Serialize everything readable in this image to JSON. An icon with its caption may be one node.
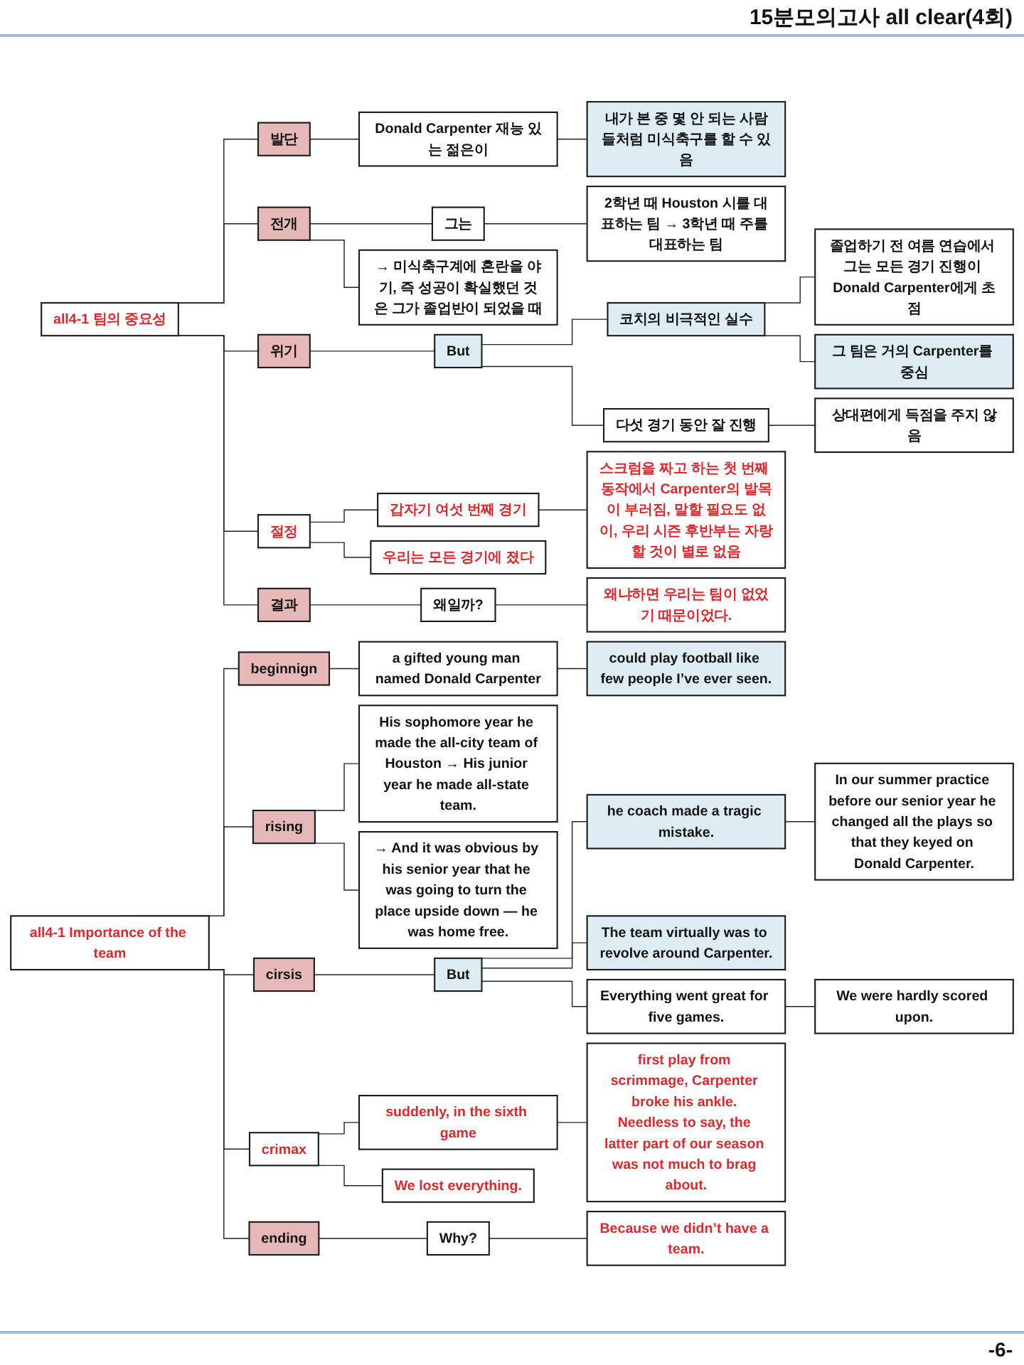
{
  "diagram": {
    "title": "15분모의고사 all clear(4회)",
    "nodes": [
      {
        "text": [
          "all4-1 팀의 중요성"
        ]
      },
      {
        "text": [
          "발단"
        ]
      },
      {
        "text": [
          "Donald Carpenter 재능 있는 젊은이"
        ]
      },
      {
        "text": [
          "내가 본 중 몇 안 되는 사람들처럼 미식축구를 할 수 있음"
        ]
      },
      {
        "text": [
          "전개"
        ]
      },
      {
        "text": [
          "그는"
        ]
      },
      {
        "text": [
          "2학년 때 Houston 시를 대표하는 팀 → 3학년 때 주를 대표하는 팀"
        ]
      },
      {
        "text": [
          "→ 미식축구계에 혼란을 야기, 즉 성공이 확실했던 것은 그가 졸업반이 되었을 때"
        ]
      },
      {
        "text": [
          "위기"
        ]
      },
      {
        "text": [
          "But"
        ]
      },
      {
        "text": [
          "코치의 비극적인 실수"
        ]
      },
      {
        "text": [
          "졸업하기 전 여름 연습에서 그는 모든 경기 진행이 Donald Carpenter에게 초점"
        ]
      },
      {
        "text": [
          "그 팀은 거의 Carpenter를 중심"
        ]
      },
      {
        "text": [
          "다섯 경기 동안 잘 진행"
        ]
      },
      {
        "text": [
          "상대편에게 득점을 주지 않음"
        ]
      },
      {
        "text": [
          "절정"
        ]
      },
      {
        "text": [
          "갑자기 여섯 번째 경기"
        ]
      },
      {
        "text": [
          "스크럼을 짜고 하는 첫 번째 동작에서 Carpenter의 발목이 부러짐, 말할 필요도 없이, 우리 시즌 후반부는 자랑할 것이 별로 없음"
        ]
      },
      {
        "text": [
          "우리는 모든 경기에 졌다"
        ]
      },
      {
        "text": [
          "결과"
        ]
      },
      {
        "text": [
          "왜일까?"
        ]
      },
      {
        "text": [
          "왜냐하면 우리는 팀이 없었기 때문이었다."
        ]
      },
      {
        "text": [
          "all4-1 Importance of the team"
        ]
      },
      {
        "text": [
          "beginnign"
        ]
      },
      {
        "text": [
          "a gifted young man named Donald Carpenter"
        ]
      },
      {
        "text": [
          "could play football like few people I’ve ever seen."
        ]
      },
      {
        "text": [
          "rising"
        ]
      },
      {
        "text": [
          "His sophomore year he made the all-city team of Houston → His junior year he made all-state team."
        ]
      },
      {
        "text": [
          "→ And it was obvious by his senior year that he was going to turn the place upside down — he was home free."
        ]
      },
      {
        "text": [
          "cirsis"
        ]
      },
      {
        "text": [
          "But"
        ]
      },
      {
        "text": [
          "he coach made a tragic mistake."
        ]
      },
      {
        "text": [
          "In our summer practice before our senior year he changed all the plays so that they keyed on Donald Carpenter."
        ]
      },
      {
        "text": [
          "The team virtually was to revolve around Carpenter."
        ]
      },
      {
        "text": [
          "Everything went great for five games."
        ]
      },
      {
        "text": [
          "We were hardly scored upon."
        ]
      },
      {
        "text": [
          "crimax"
        ]
      },
      {
        "text": [
          "suddenly, in the sixth game"
        ]
      },
      {
        "text": [
          "first play from scrimmage, Carpenter broke his ankle. Needless to say, the latter part of our season was not much to brag about."
        ]
      },
      {
        "text": [
          "We lost everything."
        ]
      },
      {
        "text": [
          "ending"
        ]
      },
      {
        "text": [
          "Why?"
        ]
      },
      {
        "text": [
          "Because we didn’t have a team."
        ]
      }
    ],
    "edges": [
      {
        "from": 0,
        "to": 1,
        "arrow": "none"
      },
      {
        "from": 1,
        "to": 2,
        "arrow": "none"
      },
      {
        "from": 2,
        "to": 3,
        "arrow": "none"
      },
      {
        "from": 0,
        "to": 4,
        "arrow": "none"
      },
      {
        "from": 4,
        "to": 5,
        "arrow": "none"
      },
      {
        "from": 5,
        "to": 6,
        "arrow": "none"
      },
      {
        "from": 4,
        "to": 7,
        "arrow": "none"
      },
      {
        "from": 0,
        "to": 8,
        "arrow": "none"
      },
      {
        "from": 8,
        "to": 9,
        "arrow": "none"
      },
      {
        "from": 9,
        "to": 10,
        "arrow": "none"
      },
      {
        "from": 10,
        "to": 11,
        "arrow": "none"
      },
      {
        "from": 10,
        "to": 12,
        "arrow": "none"
      },
      {
        "from": 9,
        "to": 13,
        "arrow": "none"
      },
      {
        "from": 13,
        "to": 14,
        "arrow": "none"
      },
      {
        "from": 0,
        "to": 15,
        "arrow": "none"
      },
      {
        "from": 15,
        "to": 16,
        "arrow": "none"
      },
      {
        "from": 16,
        "to": 17,
        "arrow": "none"
      },
      {
        "from": 15,
        "to": 18,
        "arrow": "none"
      },
      {
        "from": 0,
        "to": 19,
        "arrow": "none"
      },
      {
        "from": 19,
        "to": 20,
        "arrow": "none"
      },
      {
        "from": 20,
        "to": 21,
        "arrow": "none"
      },
      {
        "from": 22,
        "to": 23,
        "arrow": "none"
      },
      {
        "from": 23,
        "to": 24,
        "arrow": "none"
      },
      {
        "from": 24,
        "to": 25,
        "arrow": "none"
      },
      {
        "from": 22,
        "to": 26,
        "arrow": "none"
      },
      {
        "from": 26,
        "to": 27,
        "arrow": "none"
      },
      {
        "from": 26,
        "to": 28,
        "arrow": "none"
      },
      {
        "from": 22,
        "to": 29,
        "arrow": "none"
      },
      {
        "from": 29,
        "to": 30,
        "arrow": "none"
      },
      {
        "from": 30,
        "to": 31,
        "arrow": "none"
      },
      {
        "from": 31,
        "to": 32,
        "arrow": "none"
      },
      {
        "from": 30,
        "to": 33,
        "arrow": "none"
      },
      {
        "from": 30,
        "to": 34,
        "arrow": "none"
      },
      {
        "from": 34,
        "to": 35,
        "arrow": "none"
      },
      {
        "from": 22,
        "to": 36,
        "arrow": "none"
      },
      {
        "from": 36,
        "to": 37,
        "arrow": "none"
      },
      {
        "from": 37,
        "to": 38,
        "arrow": "none"
      },
      {
        "from": 36,
        "to": 39,
        "arrow": "none"
      },
      {
        "from": 22,
        "to": 40,
        "arrow": "none"
      },
      {
        "from": 40,
        "to": 41,
        "arrow": "none"
      },
      {
        "from": 41,
        "to": 42,
        "arrow": "none"
      }
    ],
    "labels": [
      "-6-"
    ]
  }
}
